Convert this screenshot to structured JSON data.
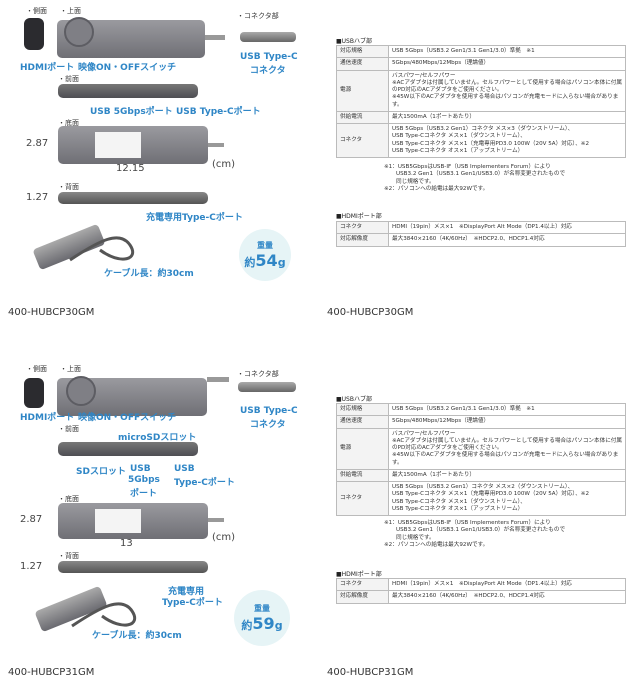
{
  "top": {
    "labels": {
      "side": "・側面",
      "top": "・上面",
      "connector": "・コネクタ部",
      "front": "・前面",
      "bottom": "・底面",
      "back": "・背面"
    },
    "callouts": {
      "hdmi": "HDMIポート",
      "switch": "映像ON・OFFスイッチ",
      "usbc_connector_1": "USB Type-C",
      "usbc_connector_2": "コネクタ",
      "usb5": "USB 5Gbpsポート",
      "usbc_port": "USB Type-Cポート",
      "charge": "充電専用Type-Cポート",
      "cable": "ケーブル長：約30cm"
    },
    "dims": {
      "h1": "2.87",
      "w": "12.15",
      "unit": "(cm)",
      "h2": "1.27"
    },
    "weight": {
      "l1": "重量",
      "prefix": "約",
      "num": "54",
      "unit": "g"
    },
    "model": "400-HUBCP30GM"
  },
  "bottom": {
    "labels": {
      "side": "・側面",
      "top": "・上面",
      "connector": "・コネクタ部",
      "front": "・前面",
      "bottom": "・底面",
      "back": "・背面"
    },
    "callouts": {
      "hdmi": "HDMIポート",
      "switch": "映像ON・OFFスイッチ",
      "usbc_connector_1": "USB Type-C",
      "usbc_connector_2": "コネクタ",
      "microsd": "microSDスロット",
      "sd": "SDスロット",
      "usb5_1": "USB",
      "usb5_2": "5Gbps",
      "usb5_3": "ポート",
      "usbc_1": "USB",
      "usbc_2": "Type-Cポート",
      "charge_1": "充電専用",
      "charge_2": "Type-Cポート",
      "cable": "ケーブル長：約30cm"
    },
    "dims": {
      "h1": "2.87",
      "w": "13",
      "unit": "(cm)",
      "h2": "1.27"
    },
    "weight": {
      "l1": "重量",
      "prefix": "約",
      "num": "59",
      "unit": "g"
    },
    "model": "400-HUBCP31GM"
  },
  "spec1": {
    "hub_title": "■USBハブ部",
    "rows": [
      {
        "k": "対応規格",
        "v": [
          "USB 5Gbps（USB3.2 Gen1/3.1 Gen1/3.0）準拠　※1"
        ]
      },
      {
        "k": "通信速度",
        "v": [
          "5Gbps/480Mbps/12Mbps（理論値）"
        ]
      },
      {
        "k": "電源",
        "v": [
          "バスパワー/セルフパワー",
          "※ACアダプタは付属していません。セルフパワーとして使用する場合はパソコン本体に付属のPD対応のACアダプタをご使用ください。",
          "※45W以下のACアダプタを使用する場合はパソコンが充電モードに入らない場合があります。"
        ]
      },
      {
        "k": "供給電流",
        "v": [
          "最大1500mA（1ポートあたり）"
        ]
      },
      {
        "k": "コネクタ",
        "v": [
          "USB 5Gbps（USB3.2 Gen1）コネクタ メス×3（ダウンストリーム）、",
          "USB Type-Cコネクタ メス×1（ダウンストリーム）、",
          "USB Type-Cコネクタ メス×1（充電専用PD3.0 100W（20V 5A）対応）、※2",
          "USB Type-Cコネクタ オス×1（アップストリーム）"
        ]
      }
    ],
    "notes": [
      "※1：USB5GbpsはUSB-IF（USB Implementers Forum）により",
      "USB3.2 Gen1（USB3.1 Gen1/USB3.0）が名称変更されたもので",
      "同じ規格です。",
      "※2：パソコンへの給電は最大92Wです。"
    ],
    "hdmi_title": "■HDMIポート部",
    "hdmi_rows": [
      {
        "k": "コネクタ",
        "v": "HDMI（19pin）メス×1　※DisplayPort Alt Mode（DP1.4以上）対応"
      },
      {
        "k": "対応解像度",
        "v": "最大3840×2160（4K/60Hz）　※HDCP2.0、HDCP1.4対応"
      }
    ]
  },
  "spec2": {
    "hub_title": "■USBハブ部",
    "rows": [
      {
        "k": "対応規格",
        "v": [
          "USB 5Gbps（USB3.2 Gen1/3.1 Gen1/3.0）準拠　※1"
        ]
      },
      {
        "k": "通信速度",
        "v": [
          "5Gbps/480Mbps/12Mbps（理論値）"
        ]
      },
      {
        "k": "電源",
        "v": [
          "バスパワー/セルフパワー",
          "※ACアダプタは付属していません。セルフパワーとして使用する場合はパソコン本体に付属のPD対応のACアダプタをご使用ください。",
          "※45W以下のACアダプタを使用する場合はパソコンが充電モードに入らない場合があります。"
        ]
      },
      {
        "k": "供給電流",
        "v": [
          "最大1500mA（1ポートあたり）"
        ]
      },
      {
        "k": "コネクタ",
        "v": [
          "USB 5Gbps（USB3.2 Gen1）コネクタ メス×2（ダウンストリーム）、",
          "USB Type-Cコネクタ メス×1（充電専用PD3.0 100W（20V 5A）対応）、※2",
          "USB Type-Cコネクタ メス×1（ダウンストリーム）、",
          "USB Type-Cコネクタ オス×1（アップストリーム）"
        ]
      }
    ],
    "notes": [
      "※1：USB5GbpsはUSB-IF（USB Implementers Forum）により",
      "USB3.2 Gen1（USB3.1 Gen1/USB3.0）が名称変更されたもので",
      "同じ規格です。",
      "※2：パソコンへの給電は最大92Wです。"
    ],
    "hdmi_title": "■HDMIポート部",
    "hdmi_rows": [
      {
        "k": "コネクタ",
        "v": "HDMI（19pin）メス×1　※DisplayPort Alt Mode（DP1.4以上）対応"
      },
      {
        "k": "対応解像度",
        "v": "最大3840×2160（4K/60Hz）　※HDCP2.0、HDCP1.4対応"
      }
    ]
  }
}
